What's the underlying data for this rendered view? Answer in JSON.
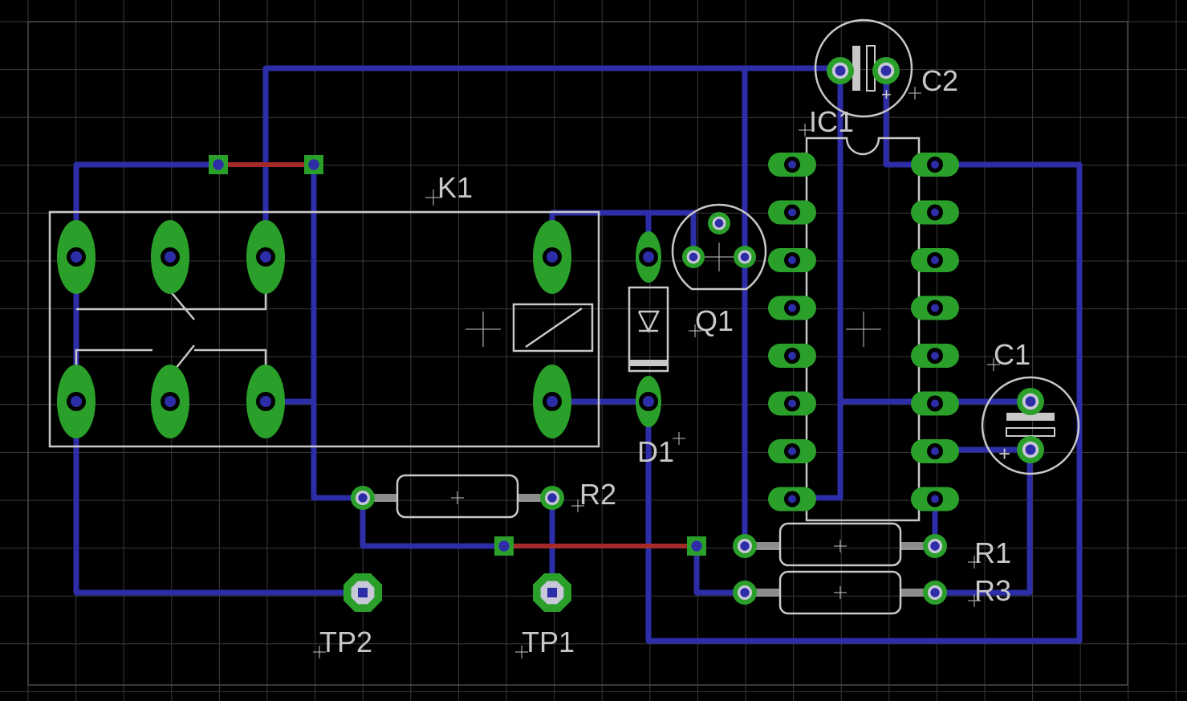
{
  "colors": {
    "background": "#000000",
    "grid": "#3a3a3a",
    "outline": "#4a4a4a",
    "trace_bottom": "#2d2da8",
    "trace_top": "#a52a2a",
    "pad": "#2aa02a",
    "drill": "#2d2da8",
    "silk": "#c8c8c8"
  },
  "labels": {
    "k1": "K1",
    "c2": "C2",
    "ic1": "IC1",
    "q1": "Q1",
    "c1": "C1",
    "d1": "D1",
    "r2": "R2",
    "r1": "R1",
    "r3": "R3",
    "tp2": "TP2",
    "tp1": "TP1",
    "c2_plus": "+",
    "c1_plus": "+"
  }
}
